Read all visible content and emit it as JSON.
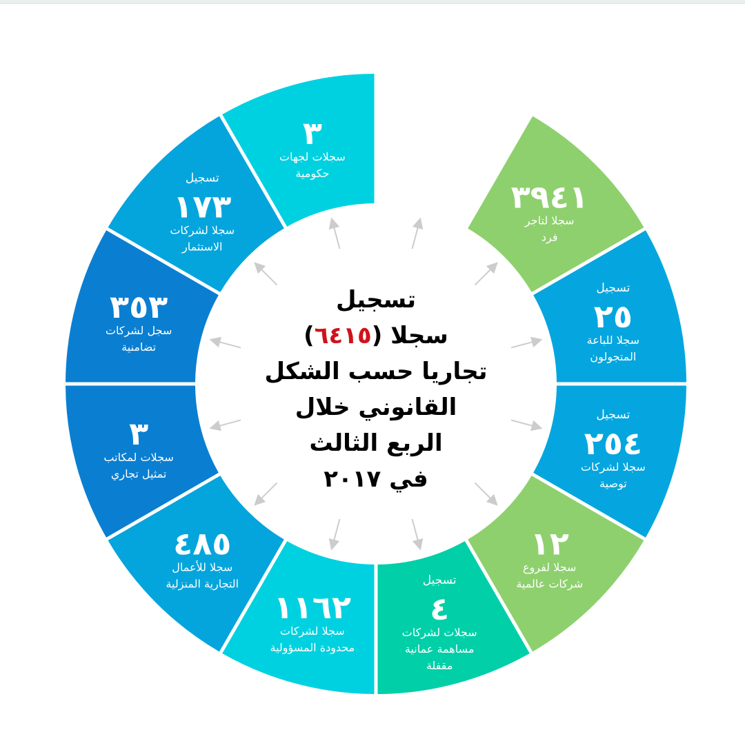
{
  "chart_data": {
    "type": "pie",
    "variant": "segmented-ring",
    "title_lines": [
      "تسجيل",
      "سجلا",
      "تجاريا حسب الشكل",
      "القانوني خلال",
      "الربع الثالث",
      "في ٢٠١٧"
    ],
    "total": "٦٤١٥",
    "total_value": 6415,
    "colors": {
      "center_text": "#000000",
      "total_highlight": "#d0121b",
      "arrow": "#cccccc",
      "background": "#ffffff"
    },
    "segments": [
      {
        "value_text": "٣٩٤١",
        "value": 3941,
        "prefix": "",
        "label_lines": [
          "سجلا لتاجر",
          "فرد"
        ],
        "color": "#8ed06e"
      },
      {
        "value_text": "٢٥",
        "value": 25,
        "prefix": "تسجيل",
        "label_lines": [
          "سجلا للباعة",
          "المتجولون"
        ],
        "color": "#05a6df"
      },
      {
        "value_text": "٢٥٤",
        "value": 254,
        "prefix": "تسجيل",
        "label_lines": [
          "سجلا لشركات",
          "توصية"
        ],
        "color": "#05a6df"
      },
      {
        "value_text": "١٢",
        "value": 12,
        "prefix": "",
        "label_lines": [
          "سجلا لفروع",
          "شركات عالمية"
        ],
        "color": "#8ed06e"
      },
      {
        "value_text": "٤",
        "value": 4,
        "prefix": "تسجيل",
        "label_lines": [
          "سجلات لشركات",
          "مساهمة عمانية",
          "مقفلة"
        ],
        "color": "#00cfa8"
      },
      {
        "value_text": "١١٦٢",
        "value": 1162,
        "prefix": "",
        "label_lines": [
          "سجلا لشركات",
          "محدودة المسؤولية"
        ],
        "color": "#00d1e0"
      },
      {
        "value_text": "٤٨٥",
        "value": 485,
        "prefix": "",
        "label_lines": [
          "سجلا للأعمال",
          "التجارية المنزلية"
        ],
        "color": "#04a5dd"
      },
      {
        "value_text": "٣",
        "value": 3,
        "prefix": "",
        "label_lines": [
          "سجلات لمكاتب",
          "تمثيل تجاري"
        ],
        "color": "#0a7fd2"
      },
      {
        "value_text": "٣٥٣",
        "value": 353,
        "prefix": "",
        "label_lines": [
          "سجل لشركات",
          "تضامنية"
        ],
        "color": "#0a7fd2"
      },
      {
        "value_text": "١٧٣",
        "value": 173,
        "prefix": "تسجيل",
        "label_lines": [
          "سجلا لشركات",
          "الاستثمار"
        ],
        "color": "#04a5dd"
      },
      {
        "value_text": "٣",
        "value": 3,
        "prefix": "",
        "label_lines": [
          "سجلات لجهات",
          "حكومية"
        ],
        "color": "#00d1e0"
      }
    ]
  }
}
